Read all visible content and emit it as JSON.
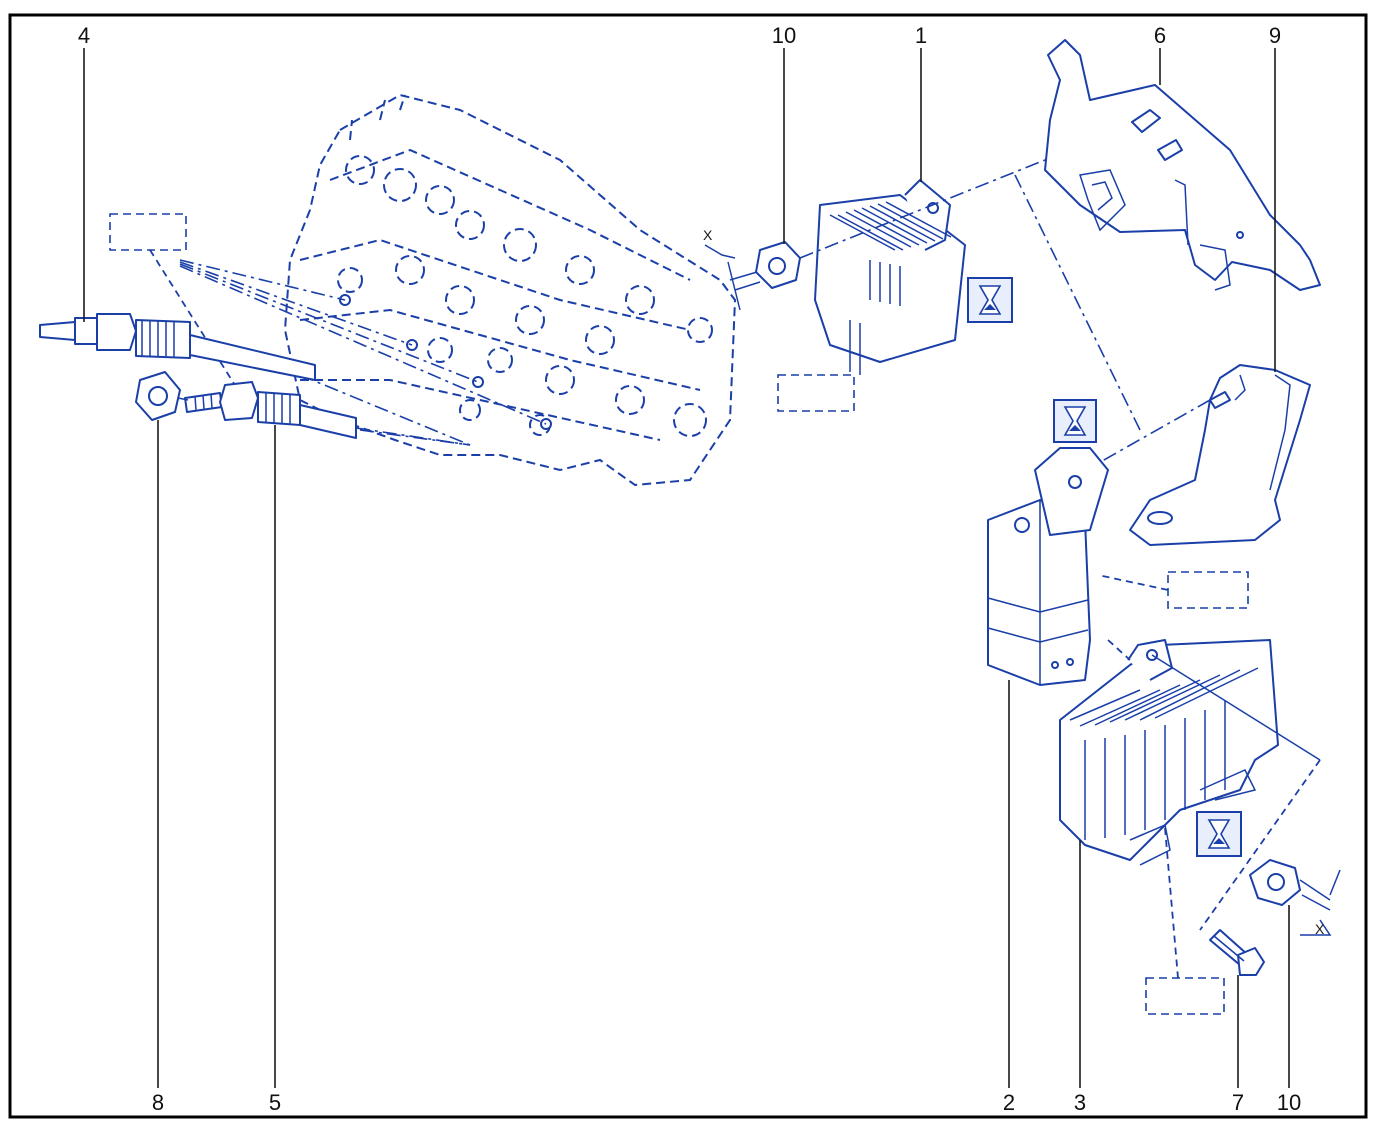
{
  "diagram": {
    "callouts": {
      "c4": "4",
      "c10_top": "10",
      "c1": "1",
      "c6": "6",
      "c9": "9",
      "c8": "8",
      "c5": "5",
      "c2": "2",
      "c3": "3",
      "c7": "7",
      "c10_bottom": "10"
    },
    "dimension_label": "X",
    "colors": {
      "line_art": "#1a3fa8",
      "frame": "#000000"
    },
    "icons": [
      "hourglass-icon",
      "hourglass-icon",
      "hourglass-icon"
    ]
  }
}
